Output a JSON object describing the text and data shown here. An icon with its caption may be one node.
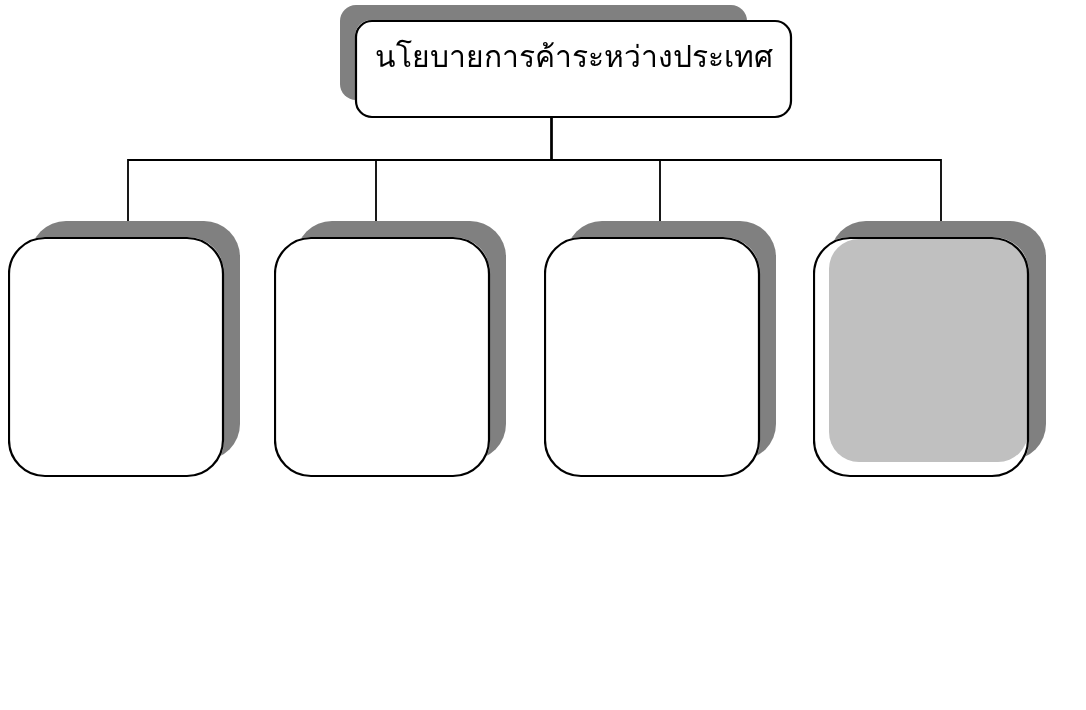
{
  "diagram": {
    "nodes": [
      {
        "text": [
          "นโยบายการค้าระหว่างประเทศ"
        ]
      },
      {
        "text": [],
        "shape": "box"
      },
      {
        "text": [],
        "shape": "box"
      },
      {
        "text": [],
        "shape": "box"
      },
      {
        "text": [],
        "shape": "box"
      }
    ],
    "edges": [
      {
        "from": 0,
        "to": 1,
        "arrow": "none"
      },
      {
        "from": 0,
        "to": 2,
        "arrow": "none"
      },
      {
        "from": 0,
        "to": 3,
        "arrow": "none"
      },
      {
        "from": 0,
        "to": 4,
        "arrow": "none"
      }
    ]
  }
}
